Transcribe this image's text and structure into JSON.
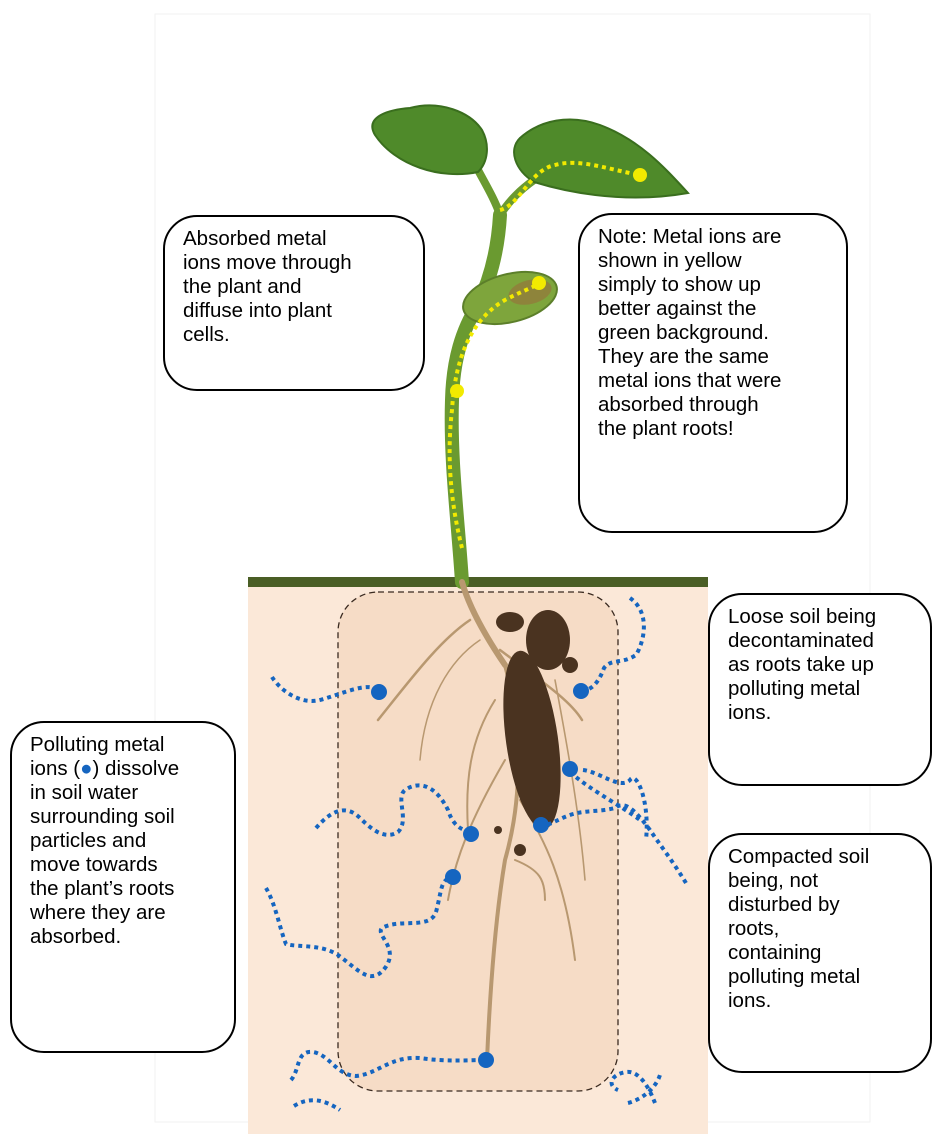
{
  "callouts": {
    "absorbed": "Absorbed metal\nions move through\nthe plant and\ndiffuse into plant\ncells.",
    "note": "Note: Metal ions are\nshown in yellow\nsimply to show up\nbetter against the\ngreen background.\nThey are the same\nmetal ions that were\nabsorbed through\nthe plant roots!",
    "loose_soil": "Loose soil being\ndecontaminated\nas roots take up\npolluting metal\nions.",
    "polluting_before": "Polluting metal\nions (",
    "polluting_symbol": "●",
    "polluting_after": ") dissolve\nin soil water\nsurrounding soil\nparticles and\nmove towards\nthe plant’s roots\nwhere they are\nabsorbed.",
    "compacted_soil": "Compacted soil\nbeing, not\ndisturbed by\nroots,\ncontaining\npolluting metal\nions."
  },
  "colors": {
    "soil_fill": "#fbe8d8",
    "root_zone_fill": "#f6dcc6",
    "ground_line": "#4a5e25",
    "ion_blue": "#1565c0",
    "ion_yellow": "#f2ea00",
    "leaf_green": "#4f8a2a",
    "stem_green": "#6a9a30",
    "root_brown": "#b89870",
    "soil_clump": "#4a3320"
  },
  "icons": [
    "plant-seedling",
    "metal-ion-dot"
  ]
}
